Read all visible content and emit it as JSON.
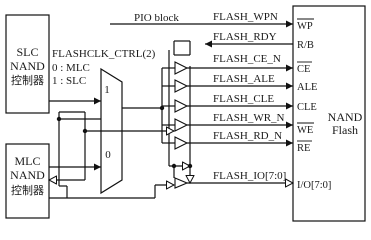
{
  "blocks": {
    "slc": {
      "lines": [
        "SLC",
        "NAND",
        "控制器"
      ]
    },
    "mlc": {
      "lines": [
        "MLC",
        "NAND",
        "控制器"
      ]
    },
    "nand": {
      "lines": [
        "NAND",
        "Flash"
      ]
    }
  },
  "pio_label": "PIO block",
  "mux": {
    "select_label": "FLASHCLK_CTRL(2)",
    "option_0": "0 : MLC",
    "option_1": "1 : SLC",
    "input_1": "1",
    "input_0": "0"
  },
  "signals": [
    {
      "name": "FLASH_WPN",
      "pin": "WP",
      "overline": true
    },
    {
      "name": "FLASH_RDY",
      "pin": "R/B",
      "overline": false
    },
    {
      "name": "FLASH_CE_N",
      "pin": "CE",
      "overline": true
    },
    {
      "name": "FLASH_ALE",
      "pin": "ALE",
      "overline": false
    },
    {
      "name": "FLASH_CLE",
      "pin": "CLE",
      "overline": false
    },
    {
      "name": "FLASH_WR_N",
      "pin": "WE",
      "overline": true
    },
    {
      "name": "FLASH_RD_N",
      "pin": "RE",
      "overline": true
    }
  ],
  "bus": {
    "name": "FLASH_IO[7:0]",
    "pin": "I/O[7:0]"
  }
}
